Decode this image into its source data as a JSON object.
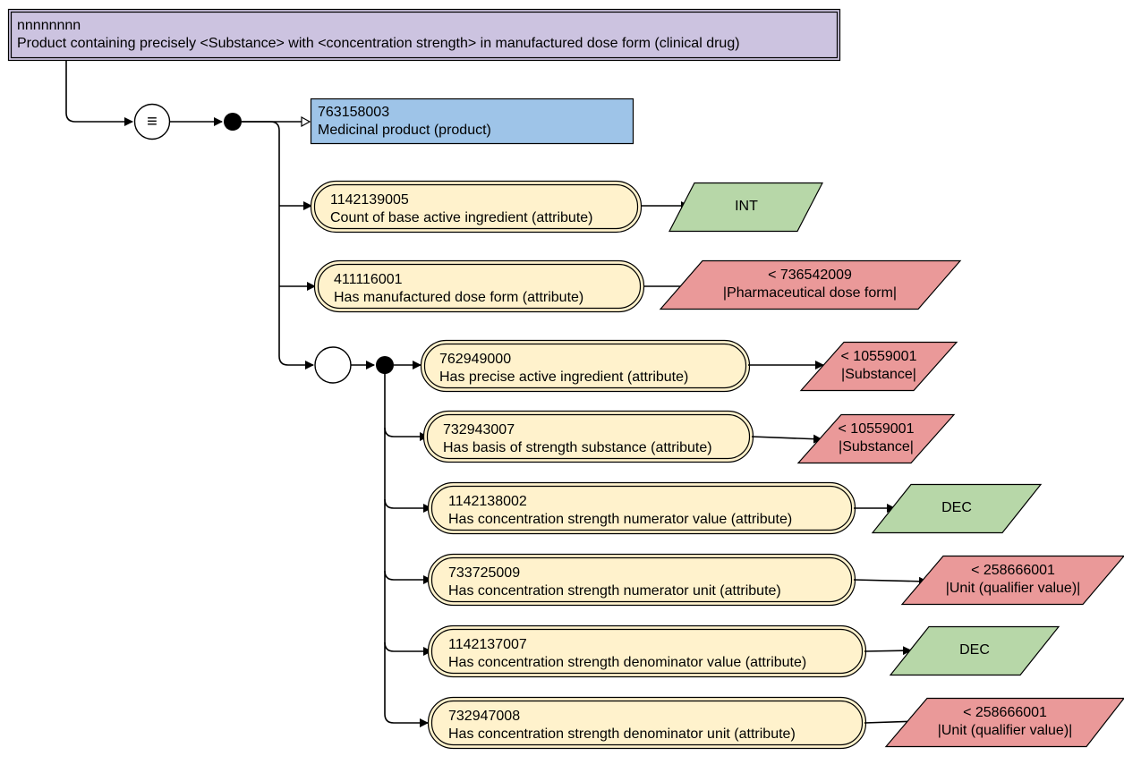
{
  "header": {
    "code": "nnnnnnnn",
    "label": "Product containing precisely <Substance> with <concentration strength> in manufactured dose form (clinical drug)"
  },
  "definition_status_symbol": "≡",
  "focus_concept": {
    "code": "763158003",
    "label": "Medicinal product (product)"
  },
  "attributes": [
    {
      "code": "1142139005",
      "label": "Count of base active ingredient (attribute)",
      "value": {
        "kind": "datatype",
        "lines": [
          "INT"
        ]
      }
    },
    {
      "code": "411116001",
      "label": "Has manufactured dose form (attribute)",
      "value": {
        "kind": "range",
        "lines": [
          "< 736542009",
          "|Pharmaceutical dose form|"
        ]
      }
    }
  ],
  "group": [
    {
      "code": "762949000",
      "label": "Has precise active ingredient (attribute)",
      "value": {
        "kind": "range",
        "lines": [
          "< 10559001",
          "|Substance|"
        ]
      }
    },
    {
      "code": "732943007",
      "label": "Has basis of strength substance (attribute)",
      "value": {
        "kind": "range",
        "lines": [
          "< 10559001",
          "|Substance|"
        ]
      }
    },
    {
      "code": "1142138002",
      "label": "Has concentration strength numerator value (attribute)",
      "value": {
        "kind": "datatype",
        "lines": [
          "DEC"
        ]
      }
    },
    {
      "code": "733725009",
      "label": "Has concentration strength numerator unit (attribute)",
      "value": {
        "kind": "range",
        "lines": [
          "< 258666001",
          "|Unit (qualifier value)|"
        ]
      }
    },
    {
      "code": "1142137007",
      "label": "Has concentration strength denominator value (attribute)",
      "value": {
        "kind": "datatype",
        "lines": [
          "DEC"
        ]
      }
    },
    {
      "code": "732947008",
      "label": "Has concentration strength denominator unit (attribute)",
      "value": {
        "kind": "range",
        "lines": [
          "< 258666001",
          "|Unit (qualifier value)|"
        ]
      }
    }
  ],
  "colors": {
    "header_fill": "#ccc3e0",
    "focus_fill": "#9ec4e8",
    "attribute_fill": "#fff2cc",
    "datatype_fill": "#b7d7a8",
    "range_fill": "#ea9999",
    "stroke": "#000000"
  }
}
